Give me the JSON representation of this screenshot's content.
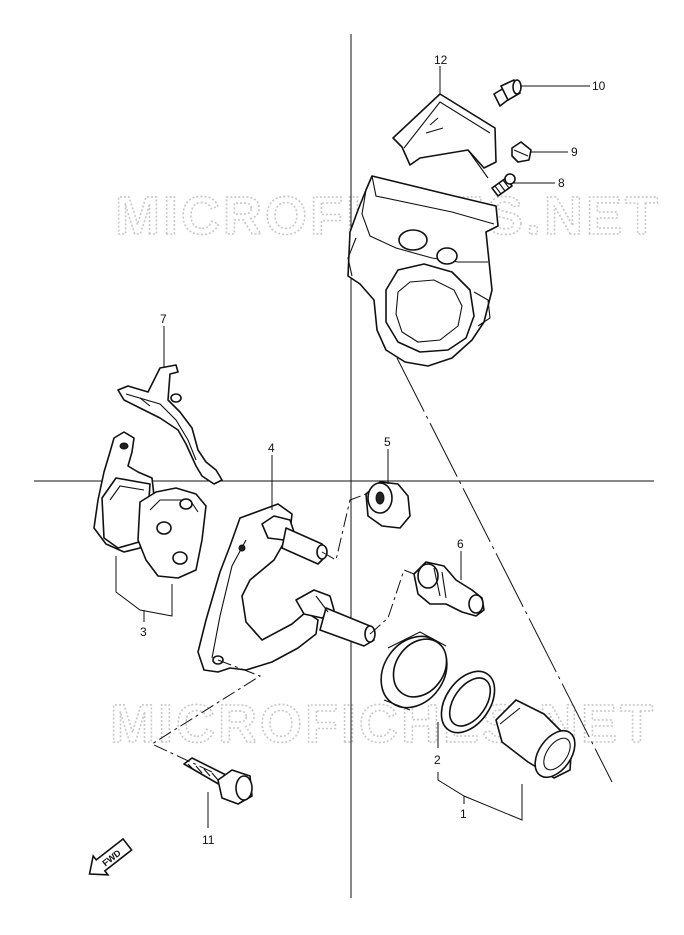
{
  "watermark": "MICROFICHES.NET",
  "direction_badge": "FWD",
  "callouts": [
    "1",
    "2",
    "3",
    "4",
    "5",
    "6",
    "7",
    "8",
    "9",
    "10",
    "11",
    "12"
  ]
}
